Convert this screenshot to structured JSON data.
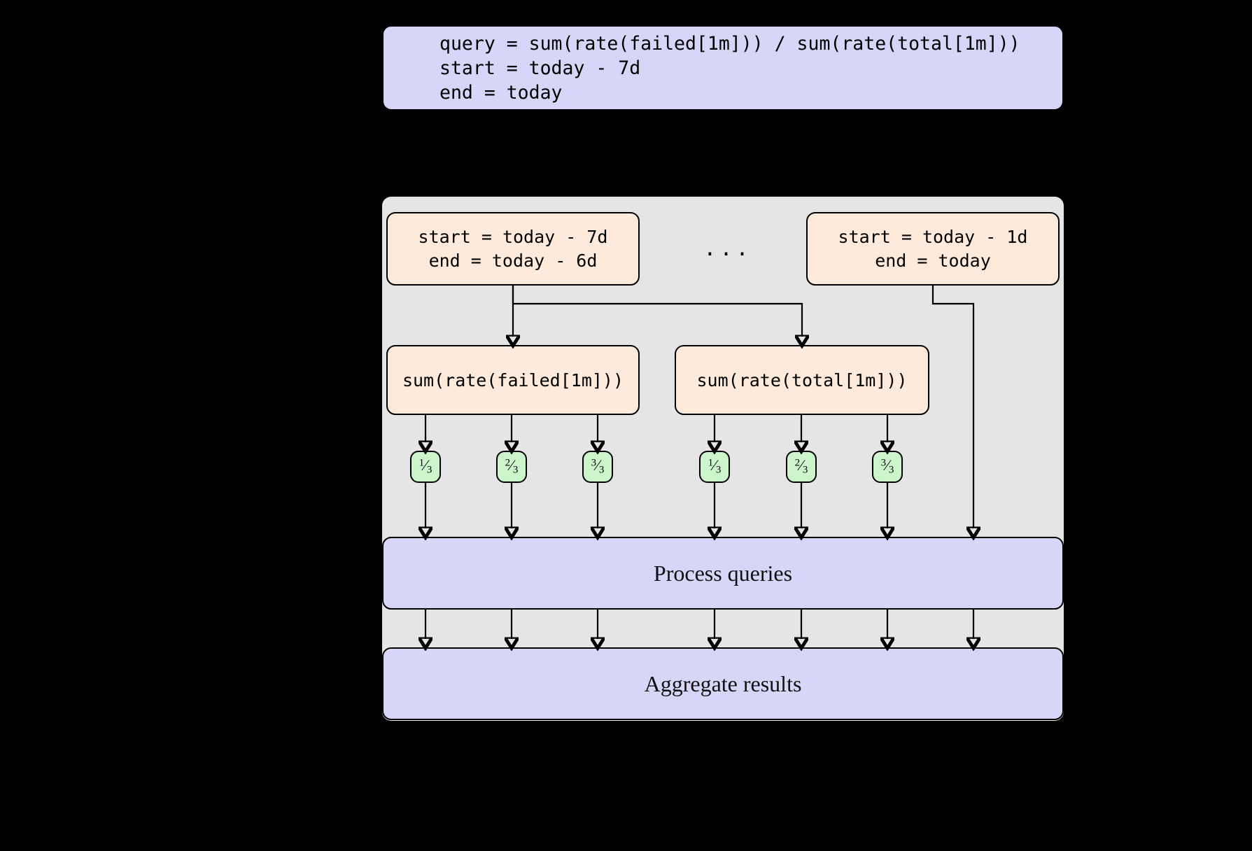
{
  "colors": {
    "background": "#000000",
    "panel": "#e5e5e5",
    "lavender": "#d7d6f8",
    "orange": "#fdeada",
    "green": "#ccf5cc",
    "stroke": "#000000"
  },
  "query": {
    "lines": [
      "query = sum(rate(failed[1m])) / sum(rate(total[1m]))",
      "start = today - 7d",
      "end = today"
    ]
  },
  "shards": {
    "first": {
      "lines": [
        "start = today - 7d",
        "end = today - 6d"
      ]
    },
    "ellipsis": "...",
    "last": {
      "lines": [
        "start = today - 1d",
        "end = today"
      ]
    }
  },
  "subqueries": [
    {
      "label": "sum(rate(failed[1m]))"
    },
    {
      "label": "sum(rate(total[1m]))"
    }
  ],
  "fractions": [
    {
      "numerator": "1",
      "slash": "⁄",
      "denominator": "3"
    },
    {
      "numerator": "2",
      "slash": "⁄",
      "denominator": "3"
    },
    {
      "numerator": "3",
      "slash": "⁄",
      "denominator": "3"
    },
    {
      "numerator": "1",
      "slash": "⁄",
      "denominator": "3"
    },
    {
      "numerator": "2",
      "slash": "⁄",
      "denominator": "3"
    },
    {
      "numerator": "3",
      "slash": "⁄",
      "denominator": "3"
    }
  ],
  "stages": {
    "process": "Process queries",
    "aggregate": "Aggregate results"
  }
}
